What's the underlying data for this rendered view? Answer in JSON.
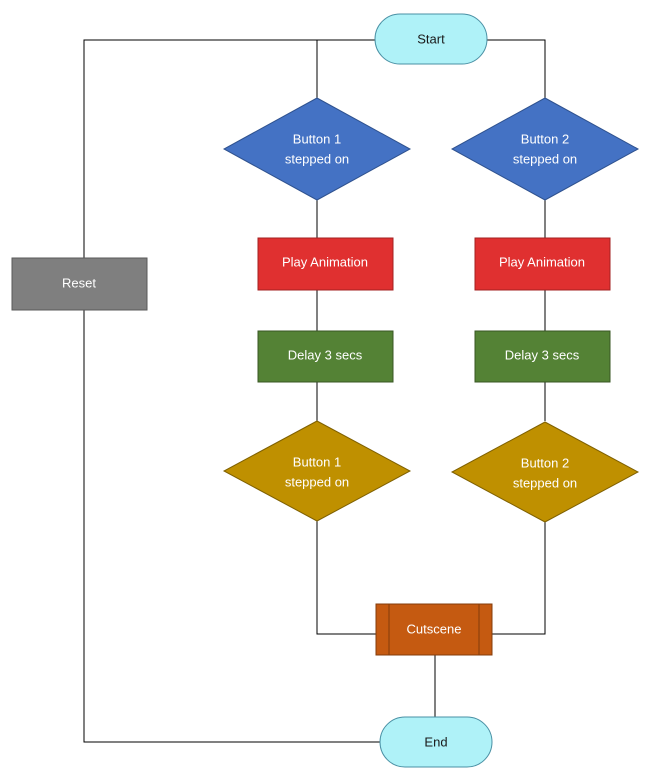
{
  "nodes": {
    "start": "Start",
    "end": "End",
    "reset": "Reset",
    "cutscene": "Cutscene",
    "left": {
      "decision1": [
        "Button 1",
        "stepped on"
      ],
      "action": "Play Animation",
      "delay": "Delay 3 secs",
      "decision2": [
        "Button 1",
        "stepped on"
      ]
    },
    "right": {
      "decision1": [
        "Button 2",
        "stepped on"
      ],
      "action": "Play Animation",
      "delay": "Delay 3 secs",
      "decision2": [
        "Button 2",
        "stepped on"
      ]
    }
  },
  "colors": {
    "terminal": "#aff2f8",
    "terminal_stroke": "#4a90a4",
    "reset": "#7f7f7f",
    "decision_blue": "#4472c4",
    "action_red": "#e03030",
    "delay_green": "#548235",
    "decision_gold": "#bf9000",
    "cutscene": "#c55a11"
  }
}
